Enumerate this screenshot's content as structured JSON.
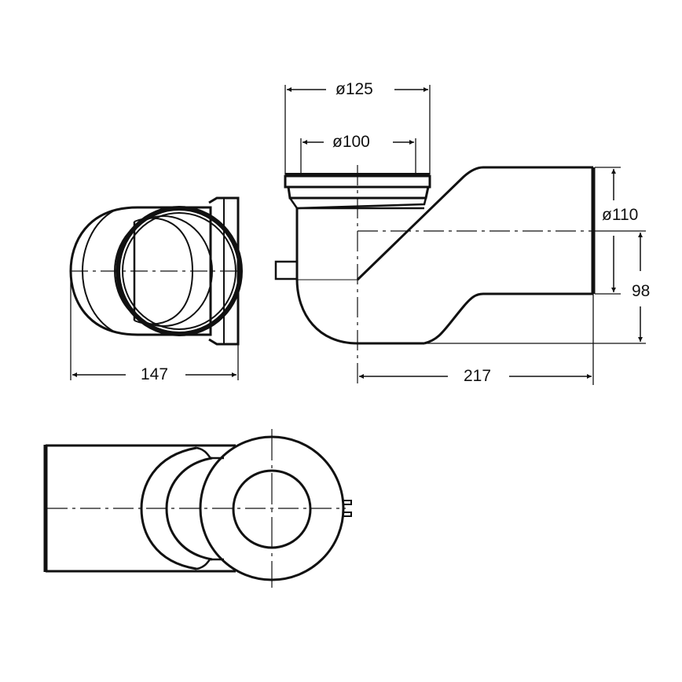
{
  "drawing": {
    "type": "technical dimension drawing",
    "subject": "drain elbow / trap with offset outlet",
    "units": "mm",
    "stroke_color": "#111111",
    "background": "#ffffff"
  },
  "dimensions": {
    "top_outer_diameter": "ø125",
    "top_inner_diameter": "ø100",
    "outlet_diameter": "ø110",
    "outlet_height": "98",
    "side_view_width": "147",
    "front_view_length": "217"
  },
  "views": [
    {
      "name": "side-view",
      "position": "top-left"
    },
    {
      "name": "front-view",
      "position": "top-right"
    },
    {
      "name": "top-view",
      "position": "bottom"
    }
  ]
}
